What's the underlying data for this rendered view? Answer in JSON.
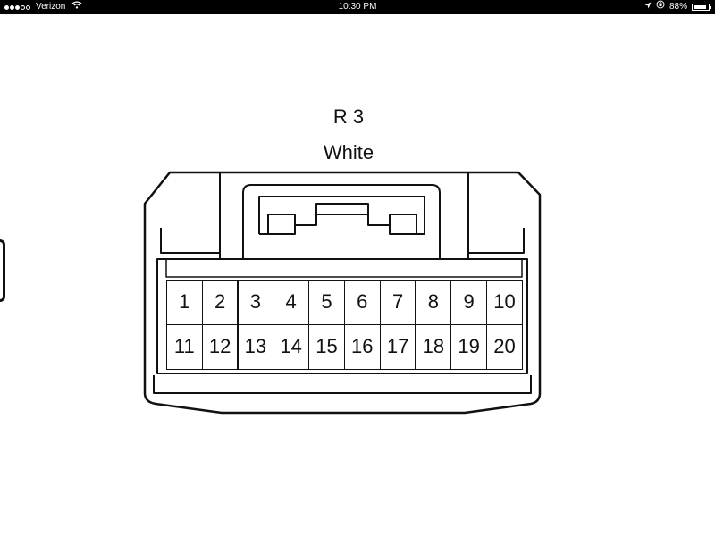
{
  "status_bar": {
    "carrier": "Verizon",
    "time": "10:30 PM",
    "battery_percent": "88%",
    "battery_level": 0.88,
    "signal_bars_filled": 3,
    "signal_bars_total": 5
  },
  "connector": {
    "id": "R 3",
    "color": "White",
    "pins_row1": [
      "1",
      "2",
      "3",
      "4",
      "5",
      "6",
      "7",
      "8",
      "9",
      "10"
    ],
    "pins_row2": [
      "11",
      "12",
      "13",
      "14",
      "15",
      "16",
      "17",
      "18",
      "19",
      "20"
    ]
  },
  "colors": {
    "line": "#111111",
    "background": "#ffffff",
    "status_bar": "#000000"
  }
}
